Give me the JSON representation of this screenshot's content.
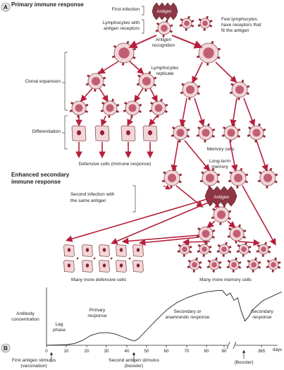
{
  "panel_a": {
    "letter": "A",
    "heading": "Primary immune response",
    "first_infection": "First infection",
    "antigen": "Antigen",
    "lymphocytes_with_receptors": [
      "Lymphocytes with",
      "antigen receptors"
    ],
    "few_lymphocytes": [
      "Few lymphocytes",
      "have receptors that",
      "fit the antigen"
    ],
    "antigen_recognition": [
      "Antigen",
      "recognition"
    ],
    "lymphocytes_replicate": [
      "Lymphocytes",
      "replicate"
    ],
    "clonal_expansion": "Clonal expansion",
    "differentiation": "Differentiation",
    "defensive_cells": "Defensive cells (immune response)",
    "memory_cells": "Memory cells",
    "long_term_memory": [
      "Long-term",
      "memory"
    ],
    "secondary_heading": [
      "Enhanced secondary",
      "immune response"
    ],
    "second_infection": [
      "Second infection with",
      "the same antigen"
    ],
    "antigen_2": "Antigen",
    "many_defensive": "Many more defensive cells",
    "many_memory": "Many more memory cells"
  },
  "panel_b": {
    "letter": "B",
    "ylabel": [
      "Antibody",
      "concentration"
    ],
    "lag_phase": [
      "Lag",
      "phase"
    ],
    "primary_response": [
      "Primary",
      "response"
    ],
    "secondary_anamnestic": [
      "Secondary or",
      "anamnestic response"
    ],
    "secondary_response": [
      "Secondary",
      "response"
    ],
    "days_label": "days",
    "first_stimulus": [
      "First antigen stimulus",
      "(vaccination)"
    ],
    "second_stimulus": [
      "Second antigen stimulus",
      "(booster)"
    ],
    "booster": "(Booster)"
  },
  "chart_data": {
    "type": "line",
    "xlabel": "days",
    "ylabel": "Antibody concentration",
    "x_ticks": [
      "0",
      "10",
      "20",
      "30",
      "40",
      "50",
      "60",
      "70",
      "80",
      "90",
      "365"
    ],
    "series": [
      {
        "x": [
          0,
          5,
          10,
          14,
          18,
          22,
          26,
          30,
          34,
          38,
          42,
          44,
          46,
          50,
          55,
          60,
          65,
          70,
          75,
          80,
          85,
          88,
          90,
          92,
          94,
          96,
          98,
          100,
          102,
          104,
          110,
          120
        ],
        "y": [
          0,
          0.5,
          1,
          3,
          8,
          16,
          20,
          21,
          19,
          14,
          9,
          7,
          11,
          25,
          42,
          58,
          70,
          78,
          84,
          88,
          90,
          90,
          82,
          86,
          74,
          78,
          56,
          40,
          47,
          58,
          74,
          88
        ]
      }
    ],
    "annotations": [
      "Lag phase",
      "Primary response",
      "Secondary or anamnestic response",
      "Secondary response",
      "First antigen stimulus (vaccination)",
      "Second antigen stimulus (booster)",
      "(Booster)"
    ]
  },
  "colors": {
    "cell_fill": "#f2d6d7",
    "cell_outline": "#8a4f56",
    "nucleus": "#c25e74",
    "antigen": "#8c3745",
    "receptor": "#9a2a3c",
    "arrow": "#b51f3b"
  }
}
